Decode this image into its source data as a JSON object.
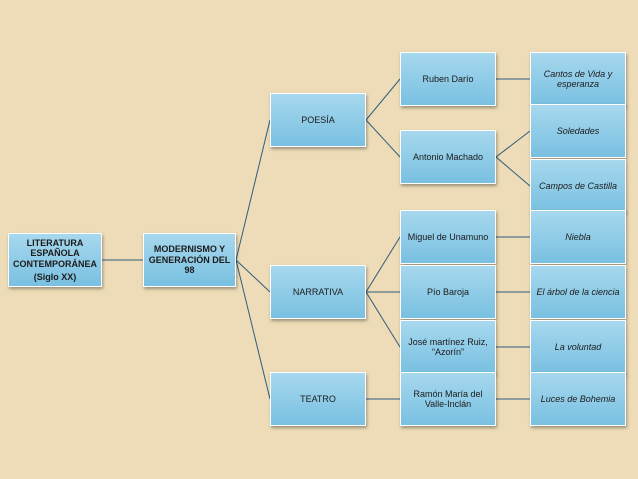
{
  "root": {
    "line1": "LITERATURA ESPAÑOLA CONTEMPORÁNEA",
    "line2": "(Siglo XX)"
  },
  "movement": "MODERNISMO Y GENERACIÓN DEL 98",
  "genres": {
    "poesia": "POESÍA",
    "narrativa": "NARRATIVA",
    "teatro": "TEATRO"
  },
  "authors": {
    "dario": "Ruben Darío",
    "machado": "Antonio Machado",
    "unamuno": "Miguel de Unamuno",
    "baroja": "Pío Baroja",
    "azorin": "José martínez Ruiz, “Azorín”",
    "valle": "Ramón María del Valle-Inclán"
  },
  "works": {
    "cantos": "Cantos de Vida y esperanza",
    "soledades": "Soledades",
    "campos": "Campos de Castilla",
    "niebla": "Niebla",
    "arbol": "El árbol de la ciencia",
    "voluntad": "La voluntad",
    "luces": "Luces de Bohemia"
  },
  "colors": {
    "background": "#eddcb7",
    "box": "#8ccbe7",
    "connector": "#2f5d7c"
  }
}
